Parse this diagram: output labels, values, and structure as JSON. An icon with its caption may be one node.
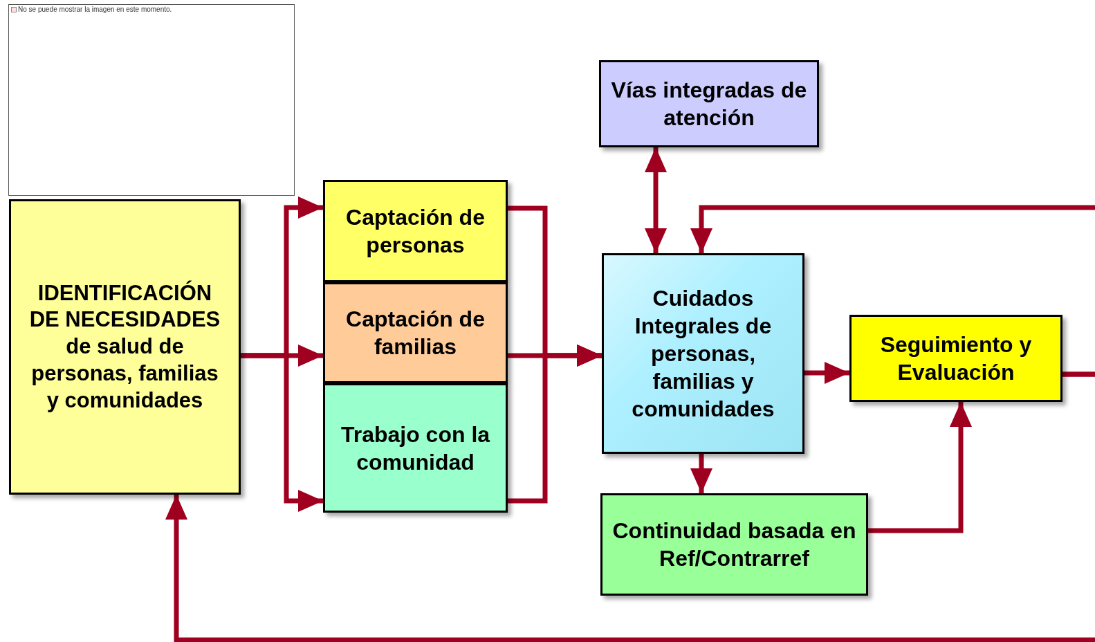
{
  "diagram": {
    "nodes": [
      {
        "text": [
          "IDENTIFICACIÓN DE NECESIDADES de salud de personas, familias y comunidades"
        ]
      },
      {
        "text": [
          "Captación de personas"
        ]
      },
      {
        "text": [
          "Captación de familias"
        ]
      },
      {
        "text": [
          "Trabajo con la comunidad"
        ]
      },
      {
        "text": [
          "Vías integradas de atención"
        ]
      },
      {
        "text": [
          "Cuidados Integrales de personas, familias y comunidades"
        ]
      },
      {
        "text": [
          "Seguimiento y Evaluación"
        ]
      },
      {
        "text": [
          "Continuidad basada en Ref/Contrarref"
        ]
      }
    ],
    "edges": [
      {
        "from": 0,
        "to": 1,
        "arrow": "to"
      },
      {
        "from": 0,
        "to": 2,
        "arrow": "to"
      },
      {
        "from": 0,
        "to": 3,
        "arrow": "to"
      },
      {
        "from": 1,
        "to": 5,
        "arrow": "to"
      },
      {
        "from": 2,
        "to": 5,
        "arrow": "to"
      },
      {
        "from": 3,
        "to": 5,
        "arrow": "to"
      },
      {
        "from": 4,
        "to": 5,
        "arrow": "both"
      },
      {
        "from": 5,
        "to": 6,
        "arrow": "to"
      },
      {
        "from": 5,
        "to": 7,
        "arrow": "to"
      },
      {
        "from": 7,
        "to": 6,
        "arrow": "to"
      },
      {
        "from": 6,
        "to": 5,
        "arrow": "to"
      },
      {
        "from": 6,
        "to": 0,
        "arrow": "to"
      }
    ],
    "labels": [
      "No se puede mostrar la imagen en este momento."
    ]
  }
}
